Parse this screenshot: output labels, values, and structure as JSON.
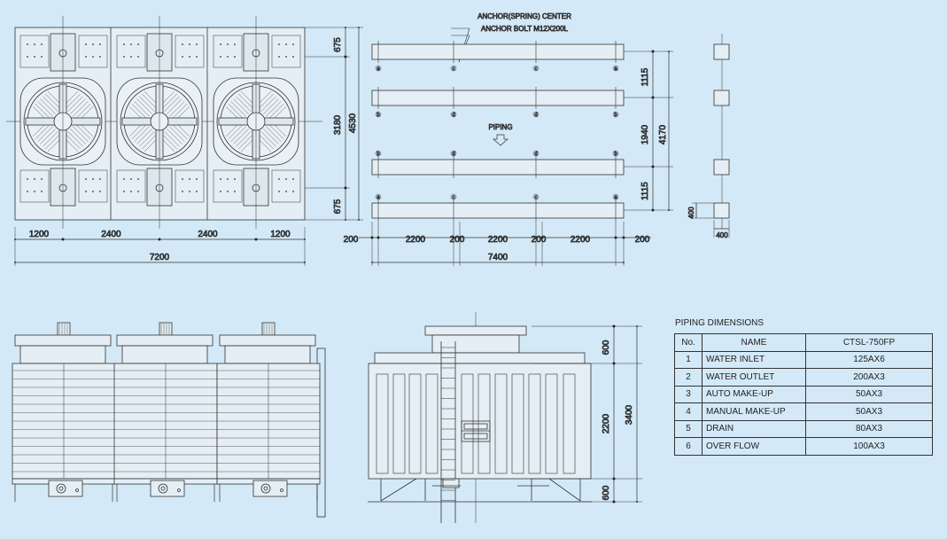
{
  "top_view": {
    "dims_bottom": [
      "1200",
      "2400",
      "2400",
      "1200"
    ],
    "total_width": "7200",
    "dims_right": [
      "675",
      "3180",
      "675"
    ],
    "total_height": "4530"
  },
  "anchor_plan": {
    "label_line1": "ANCHOR(SPRING) CENTER",
    "label_line2": "ANCHOR BOLT M12X200L",
    "piping_label": "PIPING",
    "row_letters": [
      [
        "a",
        "c",
        "c",
        "a"
      ],
      [
        "b",
        "d",
        "d",
        "b"
      ],
      [
        "b",
        "d",
        "d",
        "b"
      ],
      [
        "a",
        "c",
        "c",
        "a"
      ]
    ],
    "dims_bottom": [
      "200",
      "2200",
      "200",
      "2200",
      "200",
      "2200",
      "200"
    ],
    "total_width": "7400",
    "dims_right": [
      "1115",
      "1940",
      "1115"
    ],
    "total_height": "4170"
  },
  "anchor_detail": {
    "height": "400",
    "width": "400"
  },
  "end_elevation": {
    "dims_right": [
      "600",
      "2200",
      "600"
    ],
    "total_height": "3400"
  },
  "piping": {
    "title": "PIPING DIMENSIONS",
    "headers": {
      "no": "No.",
      "name": "NAME",
      "model": "CTSL-750FP"
    },
    "rows": [
      {
        "no": "1",
        "name": "WATER INLET",
        "value": "125AX6"
      },
      {
        "no": "2",
        "name": "WATER OUTLET",
        "value": "200AX3"
      },
      {
        "no": "3",
        "name": "AUTO MAKE-UP",
        "value": "50AX3"
      },
      {
        "no": "4",
        "name": "MANUAL MAKE-UP",
        "value": "50AX3"
      },
      {
        "no": "5",
        "name": "DRAIN",
        "value": "80AX3"
      },
      {
        "no": "6",
        "name": "OVER FLOW",
        "value": "100AX3"
      }
    ]
  }
}
